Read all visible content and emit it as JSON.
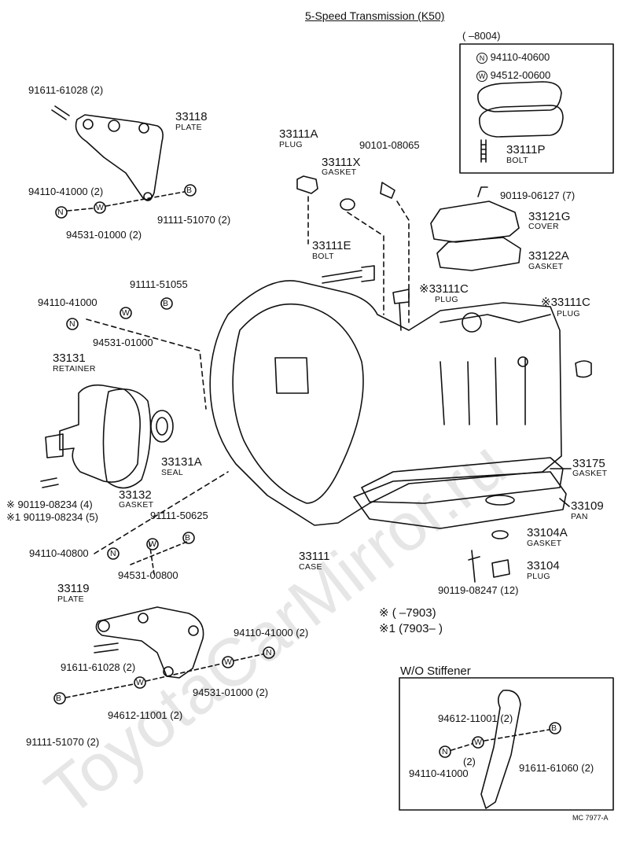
{
  "title": "5-Speed Transmission (K50)",
  "watermark": "ToyotaCarMirror.ru",
  "inset_top": {
    "range": "(      –8004)",
    "items": [
      "94110-40600",
      "94512-00600"
    ],
    "part_no": "33111P",
    "part_name": "BOLT",
    "n_symbol": "N",
    "w_symbol": "W"
  },
  "labels": {
    "p91611_61028_top": "91611-61028 (2)",
    "p33118": "33118",
    "p33118_name": "PLATE",
    "p94110_41000_top": "94110-41000 (2)",
    "p91111_51070_top": "91111-51070 (2)",
    "p94531_01000_top": "94531-01000 (2)",
    "p33111A": "33111A",
    "p33111A_name": "PLUG",
    "p90101_08065": "90101-08065",
    "p33111X": "33111X",
    "p33111X_name": "GASKET",
    "p90119_06127": "90119-06127 (7)",
    "p33121G": "33121G",
    "p33121G_name": "COVER",
    "p33122A": "33122A",
    "p33122A_name": "GASKET",
    "p33111E": "33111E",
    "p33111E_name": "BOLT",
    "p33111C_mid": "※33111C",
    "p33111C_mid_name": "PLUG",
    "p33111C_right": "※33111C",
    "p33111C_right_name": "PLUG",
    "p91111_51055": "91111-51055",
    "p94110_41000_mid": "94110-41000",
    "p94531_01000_mid": "94531-01000",
    "p33131": "33131",
    "p33131_name": "RETAINER",
    "p33131A": "33131A",
    "p33131A_name": "SEAL",
    "p33132": "33132",
    "p33132_name": "GASKET",
    "p90119_08234_a": "※ 90119-08234 (4)",
    "p90119_08234_b": "※1 90119-08234 (5)",
    "p91111_50625": "91111-50625",
    "p94110_40800": "94110-40800",
    "p94531_00800": "94531-00800",
    "p33111": "33111",
    "p33111_name": "CASE",
    "p33175": "33175",
    "p33175_name": "GASKET",
    "p33109": "33109",
    "p33109_name": "PAN",
    "p33104A": "33104A",
    "p33104A_name": "GASKET",
    "p33104": "33104",
    "p33104_name": "PLUG",
    "p90119_08247": "90119-08247 (12)",
    "legend_1": "※  (        –7903)",
    "legend_2": "※1 (7903–         )",
    "p33119": "33119",
    "p33119_name": "PLATE",
    "p94110_41000_bot": "94110-41000 (2)",
    "p91611_61028_bot": "91611-61028 (2)",
    "p94531_01000_bot": "94531-01000 (2)",
    "p94612_11001_bot": "94612-11001 (2)",
    "p91111_51070_bot": "91111-51070 (2)"
  },
  "wo_stiffener": {
    "title": "W/O Stiffener",
    "p94612": "94612-11001 (2)",
    "p2": "(2)",
    "p94110": "94110-41000",
    "p91611": "91611-61060 (2)"
  },
  "symbols": {
    "n": "N",
    "w": "W",
    "b": "B"
  },
  "footer_code": "MC 7977-A"
}
